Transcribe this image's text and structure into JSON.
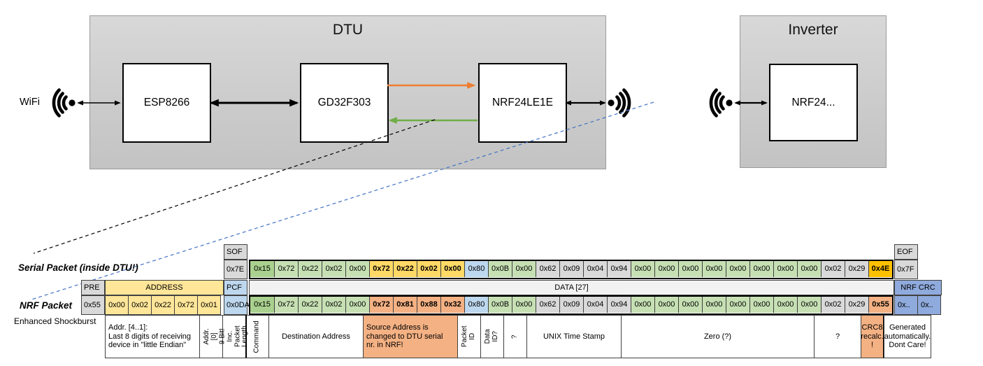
{
  "diagram": {
    "wifi_label": "WiFi",
    "dtu": {
      "title": "DTU",
      "components": {
        "esp": "ESP8266",
        "gd": "GD32F303",
        "nrf": "NRF24LE1E"
      }
    },
    "inverter": {
      "title": "Inverter",
      "component": "NRF24..."
    },
    "colors": {
      "orange_arrow": "#ED7D31",
      "green_arrow": "#70AD47",
      "blue_dashed": "#4472C4",
      "black": "#000000"
    }
  },
  "palette": {
    "g": "#D9D9D9",
    "dg": "#A9D08E",
    "lg": "#C6E0B4",
    "y": "#FFD966",
    "go": "#FFC000",
    "bl": "#BDD7EE",
    "sa": "#F4B183",
    "ad": "#FFE699",
    "cb": "#8FAADC",
    "dhdr": "#F2F2F2"
  },
  "serial_packet": {
    "label": "Serial Packet (inside DTU!)",
    "sof": {
      "header": "SOF",
      "value": "0x7E"
    },
    "eof": {
      "header": "EOF",
      "value": "0x7F"
    },
    "data": [
      {
        "v": "0x15",
        "c": "dg"
      },
      {
        "v": "0x72",
        "c": "lg"
      },
      {
        "v": "0x22",
        "c": "lg"
      },
      {
        "v": "0x02",
        "c": "lg"
      },
      {
        "v": "0x00",
        "c": "lg"
      },
      {
        "v": "0x72",
        "c": "y",
        "b": 1
      },
      {
        "v": "0x22",
        "c": "y",
        "b": 1
      },
      {
        "v": "0x02",
        "c": "y",
        "b": 1
      },
      {
        "v": "0x00",
        "c": "y",
        "b": 1
      },
      {
        "v": "0x80",
        "c": "bl"
      },
      {
        "v": "0x0B",
        "c": "lg"
      },
      {
        "v": "0x00",
        "c": "lg"
      },
      {
        "v": "0x62",
        "c": "g"
      },
      {
        "v": "0x09",
        "c": "g"
      },
      {
        "v": "0x04",
        "c": "g"
      },
      {
        "v": "0x94",
        "c": "g"
      },
      {
        "v": "0x00",
        "c": "lg"
      },
      {
        "v": "0x00",
        "c": "lg"
      },
      {
        "v": "0x00",
        "c": "lg"
      },
      {
        "v": "0x00",
        "c": "lg"
      },
      {
        "v": "0x00",
        "c": "lg"
      },
      {
        "v": "0x00",
        "c": "lg"
      },
      {
        "v": "0x00",
        "c": "lg"
      },
      {
        "v": "0x00",
        "c": "lg"
      },
      {
        "v": "0x02",
        "c": "g"
      },
      {
        "v": "0x29",
        "c": "g"
      },
      {
        "v": "0x4E",
        "c": "go",
        "b": 1
      }
    ]
  },
  "nrf_packet": {
    "label": "NRF Packet",
    "sublabel": "Enhanced Shockburst",
    "pre": {
      "header": "PRE",
      "value": "0x55"
    },
    "address": {
      "header": "ADDRESS",
      "values": [
        "0x00",
        "0x02",
        "0x22",
        "0x72",
        "0x01"
      ]
    },
    "pcf": {
      "header": "PCF",
      "value": "0x0DA"
    },
    "data_header": "DATA [27]",
    "crc": {
      "header": "NRF CRC",
      "values": [
        "0x..",
        "0x.."
      ]
    },
    "data": [
      {
        "v": "0x15",
        "c": "dg"
      },
      {
        "v": "0x72",
        "c": "lg"
      },
      {
        "v": "0x22",
        "c": "lg"
      },
      {
        "v": "0x02",
        "c": "lg"
      },
      {
        "v": "0x00",
        "c": "lg"
      },
      {
        "v": "0x72",
        "c": "sa",
        "b": 1
      },
      {
        "v": "0x81",
        "c": "sa",
        "b": 1
      },
      {
        "v": "0x88",
        "c": "sa",
        "b": 1
      },
      {
        "v": "0x32",
        "c": "sa",
        "b": 1
      },
      {
        "v": "0x80",
        "c": "bl"
      },
      {
        "v": "0x0B",
        "c": "lg"
      },
      {
        "v": "0x00",
        "c": "lg"
      },
      {
        "v": "0x62",
        "c": "g"
      },
      {
        "v": "0x09",
        "c": "g"
      },
      {
        "v": "0x04",
        "c": "g"
      },
      {
        "v": "0x94",
        "c": "g"
      },
      {
        "v": "0x00",
        "c": "lg"
      },
      {
        "v": "0x00",
        "c": "lg"
      },
      {
        "v": "0x00",
        "c": "lg"
      },
      {
        "v": "0x00",
        "c": "lg"
      },
      {
        "v": "0x00",
        "c": "lg"
      },
      {
        "v": "0x00",
        "c": "lg"
      },
      {
        "v": "0x00",
        "c": "lg"
      },
      {
        "v": "0x00",
        "c": "lg"
      },
      {
        "v": "0x02",
        "c": "g"
      },
      {
        "v": "0x29",
        "c": "g"
      },
      {
        "v": "0x55",
        "c": "sa",
        "b": 1
      }
    ]
  },
  "annotations": [
    {
      "text": "Addr. [4..1]:\nLast 8 digits of receiving\ndevice in \"little Endian\"",
      "span": 4,
      "align": "left"
    },
    {
      "text": "Addr.[0]",
      "span": 1,
      "rot": true
    },
    {
      "text": "9 Bit!\nInc. Packet\nLength",
      "span": 1,
      "rot": true
    },
    {
      "text": "Command",
      "span": 1,
      "rot": true
    },
    {
      "text": "Destination Address",
      "span": 4
    },
    {
      "text": "Source Address is\nchanged to DTU serial\nnr. in NRF!",
      "span": 4,
      "bg": "sa",
      "align": "left"
    },
    {
      "text": "Packet ID",
      "span": 1,
      "rot": true
    },
    {
      "text": "Data ID?",
      "span": 1,
      "rot": true
    },
    {
      "text": "?",
      "span": 1,
      "rot": true
    },
    {
      "text": "UNIX Time Stamp",
      "span": 4
    },
    {
      "text": "Zero (?)",
      "span": 8
    },
    {
      "text": "?",
      "span": 2
    },
    {
      "text": "CRC8\nrecalc.\n!",
      "span": 1,
      "bg": "sa"
    },
    {
      "text": "Generated\nautomatically.\nDont Care!",
      "span": 2
    }
  ]
}
